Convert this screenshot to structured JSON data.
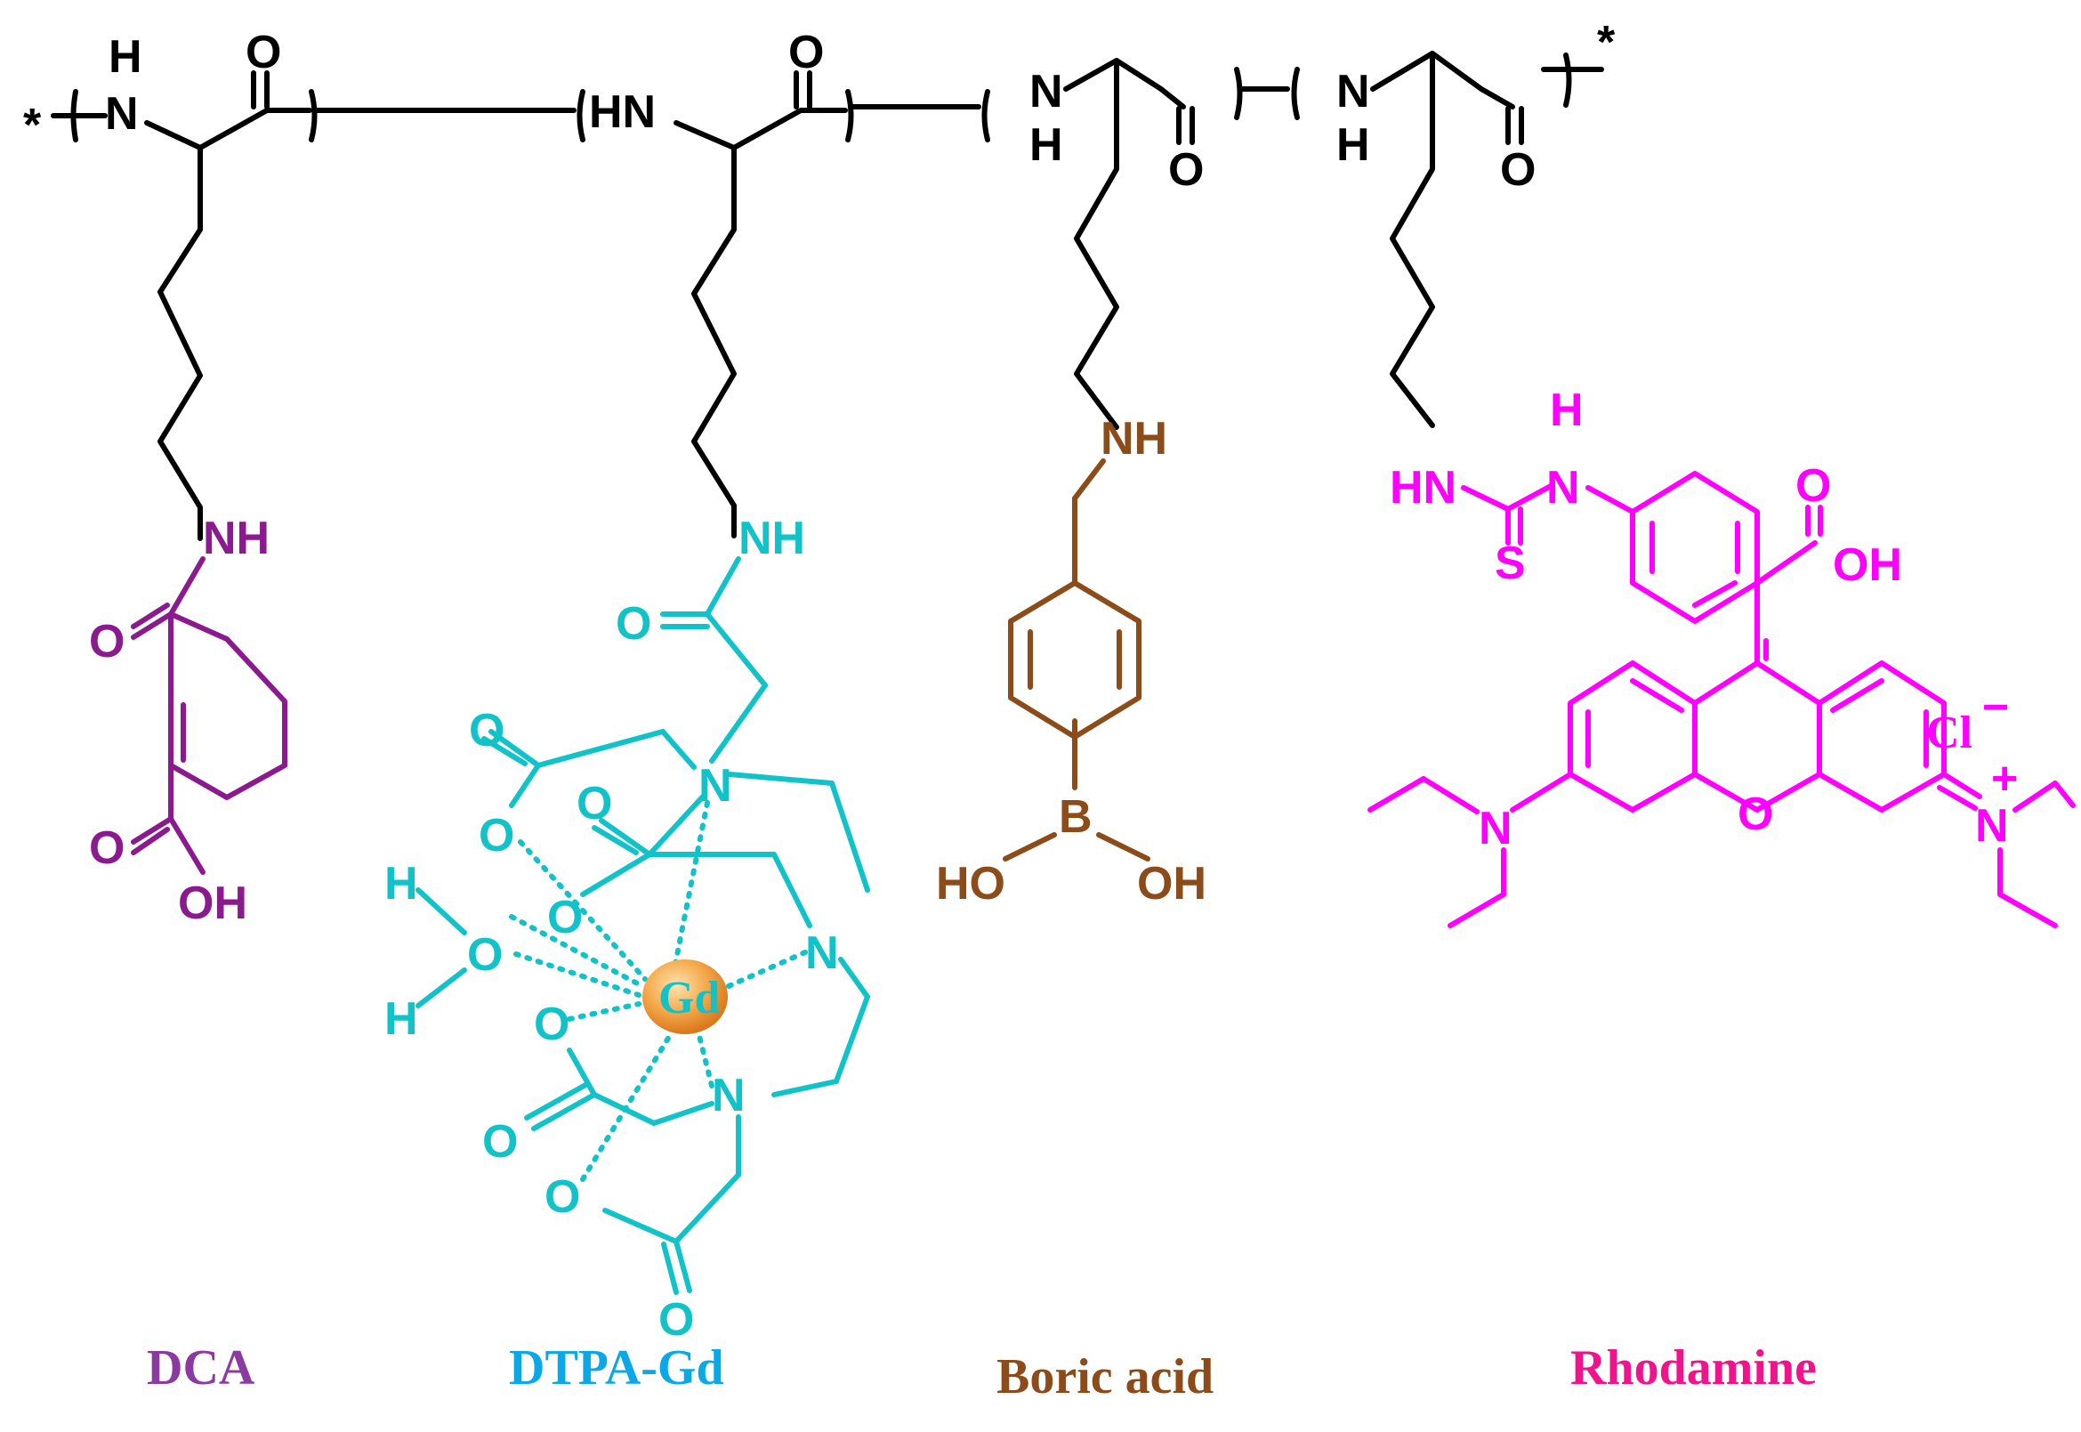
{
  "backbone": {
    "end_left": "*",
    "end_right": "*",
    "atoms": {
      "nh": "N",
      "h": "H",
      "hn": "HN",
      "o": "O"
    }
  },
  "dca": {
    "caption": "DCA",
    "color": "#8b1a8f",
    "nh": "NH",
    "o1": "O",
    "o2": "O",
    "oh": "OH"
  },
  "dtpa": {
    "caption": "DTPA-Gd",
    "color": "#11c3c9",
    "metal": "Gd",
    "metal_color": "#f0a030",
    "nh": "NH",
    "n": "N",
    "o": "O",
    "h": "H"
  },
  "boric": {
    "caption": "Boric acid",
    "color": "#8b4c1a",
    "nh": "NH",
    "b": "B",
    "ho": "HO",
    "oh": "OH"
  },
  "rhodamine": {
    "caption": "Rhodamine",
    "color": "#ff00ff",
    "hn": "HN",
    "h": "H",
    "n": "N",
    "s": "S",
    "o": "O",
    "oh": "OH",
    "cl": "Cl",
    "minus": "−",
    "plus": "+"
  }
}
